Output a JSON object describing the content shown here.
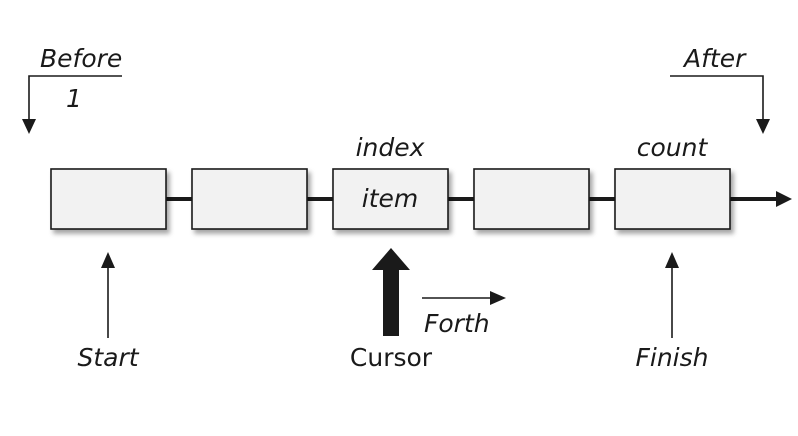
{
  "labels": {
    "before": "Before",
    "before_index": "1",
    "after": "After",
    "index": "index",
    "count": "count",
    "item": "item",
    "start": "Start",
    "cursor": "Cursor",
    "forth": "Forth",
    "finish": "Finish"
  }
}
